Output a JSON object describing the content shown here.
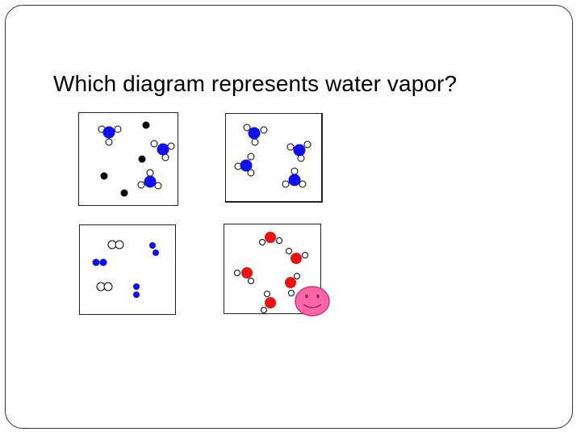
{
  "slide": {
    "question": "Which diagram represents water vapor?"
  },
  "colors": {
    "oxygen_blue": "#1010ee",
    "oxygen_red": "#ee1111",
    "hydrogen": "#ffffff",
    "free_atom": "#000000",
    "smiley_fill": "#ff66aa",
    "smiley_stroke": "#cc3377",
    "frame": "#333333"
  },
  "diagrams": [
    {
      "id": "a",
      "description_icon": "mixture-of-molecules-and-atoms"
    },
    {
      "id": "b",
      "description_icon": "blue-water-molecules"
    },
    {
      "id": "c",
      "description_icon": "diatomic-molecules"
    },
    {
      "id": "d",
      "description_icon": "red-water-molecules"
    }
  ],
  "icons": {
    "answer_marker": "smiley-face-icon"
  }
}
